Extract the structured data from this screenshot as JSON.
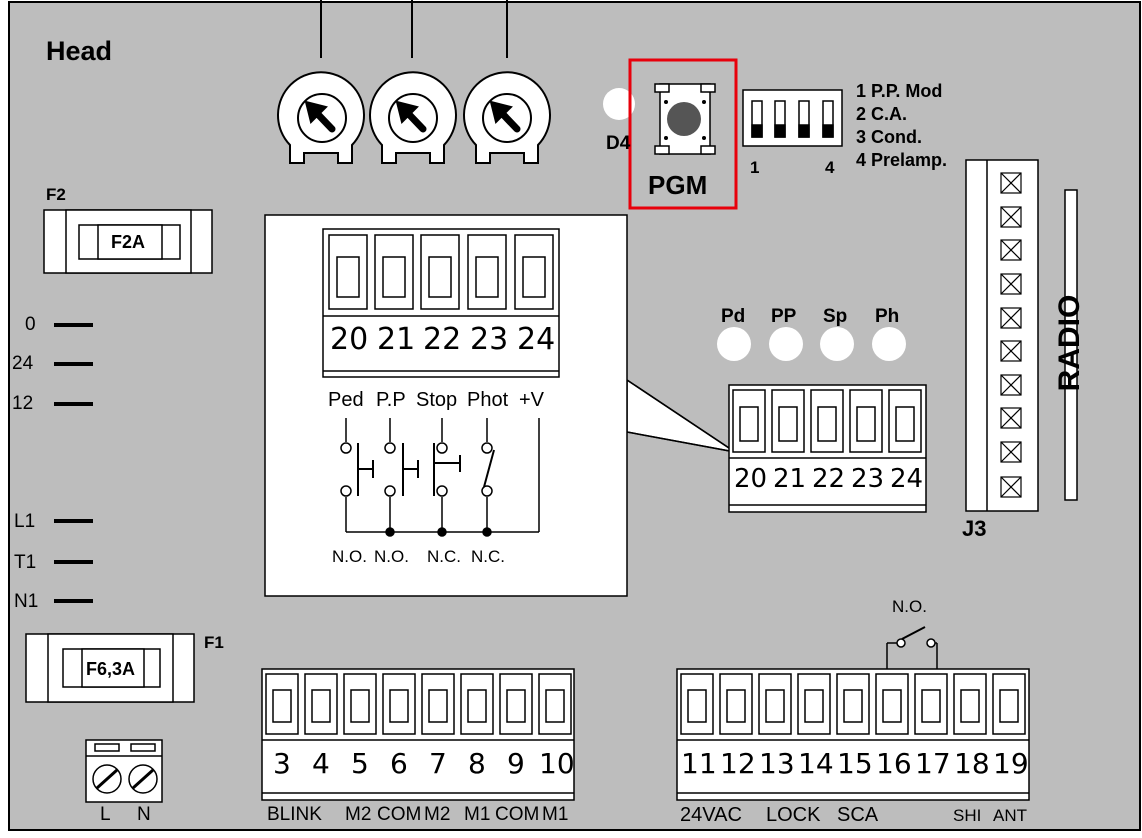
{
  "board": {
    "head_label": "Head",
    "d4_label": "D4",
    "pgm_label": "PGM",
    "dip": {
      "left": "1",
      "right": "4",
      "functions": [
        "1 P.P. Mod",
        "2 C.A.",
        "3 Cond.",
        "4 Prelamp."
      ]
    },
    "f2": {
      "label": "F2",
      "rating": "F2A"
    },
    "f1": {
      "label": "F1",
      "rating": "F6,3A"
    },
    "left_terminals": [
      "0",
      "24",
      "12",
      "L1",
      "T1",
      "N1"
    ],
    "power": [
      "L",
      "N"
    ],
    "leds": [
      "Pd",
      "PP",
      "Sp",
      "Ph"
    ],
    "radio_label": "RADIO",
    "j3_label": "J3",
    "bottom_left": {
      "numbers": [
        "3",
        "4",
        "5",
        "6",
        "7",
        "8",
        "9",
        "10"
      ],
      "labels": [
        "BLINK",
        "M2",
        "COM",
        "M2",
        "M1",
        "COM",
        "M1"
      ]
    },
    "bottom_right": {
      "numbers": [
        "11",
        "12",
        "13",
        "14",
        "15",
        "16",
        "17",
        "18",
        "19"
      ],
      "labels": [
        "24VAC",
        "LOCK",
        "SCA",
        "SHI",
        "ANT"
      ],
      "switch_label": "N.O."
    },
    "mid_block": {
      "numbers": [
        "20",
        "21",
        "22",
        "23",
        "24"
      ]
    },
    "callout": {
      "numbers": [
        "20",
        "21",
        "22",
        "23",
        "24"
      ],
      "inputs": [
        "Ped",
        "P.P",
        "Stop",
        "Phot",
        "+V"
      ],
      "contacts": [
        "N.O.",
        "N.O.",
        "N.C.",
        "N.C."
      ]
    },
    "colors": {
      "board": "#bdbdbd",
      "highlight": "#e8000b"
    }
  }
}
